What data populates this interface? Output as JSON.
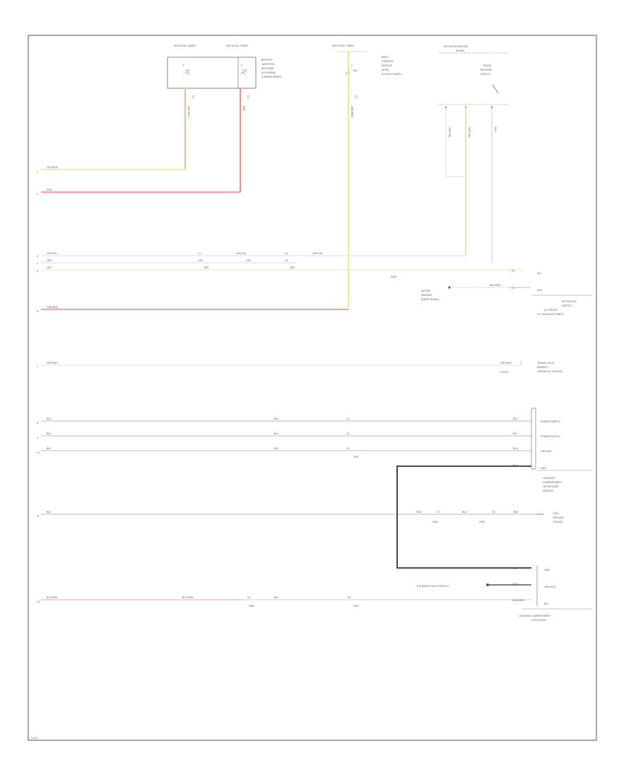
{
  "diagram": {
    "page_label": "1 of 2",
    "top": {
      "fuse_box_1": {
        "hdr1": "HOT AT ALL TIMES",
        "hdr2": "HOT AT ALL TIMES",
        "fuse_a": "F",
        "fuse_a_val": "10A",
        "fuse_b": "F",
        "fuse_b_val": "10A",
        "desc": [
          "BATTERY",
          "JUNCTION",
          "BOX (BJB)",
          "(LH ENGINE",
          "COMPARTMENT)"
        ],
        "wire_a_color": "YEL/GRN",
        "wire_a_pin": "C1",
        "wire_b_color": "RED",
        "wire_b_pin": "C1"
      },
      "fuse_box_2": {
        "hdr": "HOT AT ALL TIMES",
        "fuse": "F",
        "fuse_val": "10A",
        "desc": [
          "BODY",
          "CONTROL",
          "MODULE",
          "(BCM)",
          "(LH KICK PANEL)"
        ],
        "wire_color": "ORN/RED",
        "wire_pin": "C1"
      },
      "switch": {
        "hdr1": "HOT WITH IGNITION",
        "hdr2": "IN RUN",
        "name": [
          "TRUNK",
          "RELEASE",
          "SWITCH"
        ],
        "wire_1": "GRY/YEL",
        "wire_2": "GRY/YEL",
        "wire_3": "BLK"
      }
    },
    "left_wires": [
      {
        "label": "YEL/GRN",
        "pin": "1"
      },
      {
        "label": "RED",
        "pin": "2"
      },
      {
        "label": "GRY/YEL",
        "pin": "3"
      },
      {
        "label": "GRY",
        "pin": "4"
      },
      {
        "label": "GRY",
        "pin": "5"
      },
      {
        "label": "ORN/RED",
        "pin": "6"
      },
      {
        "label": "GRY/WHT",
        "pin": "7"
      },
      {
        "label": "BLK",
        "pin": "8"
      },
      {
        "label": "BLK",
        "pin": "9"
      },
      {
        "label": "BLK",
        "pin": "10"
      },
      {
        "label": "BLK",
        "pin": "11"
      },
      {
        "label": "BLU/ORN",
        "pin": "12"
      }
    ],
    "mid_labels": {
      "gry_yel_a": "GRY/YEL",
      "gry_yel_b": "GRY/YEL",
      "c1_a": "C1",
      "c1_b": "C2",
      "gry_a": "GRY",
      "gry_b": "GRY",
      "c2": "C2",
      "gry_c": "GRY",
      "gry_d": "GRY",
      "s303": "S303",
      "blk_a": "BLK",
      "blk_b": "BLK",
      "blk_c": "BLK",
      "c4_a": "C4",
      "c4_b": "C4",
      "c4_c": "C4",
      "s301": "S301",
      "s302": "S302",
      "s305": "S305",
      "blu_orn_mid": "BLU/ORN",
      "c5": "C5",
      "s306": "S306",
      "blk_e": "BLK",
      "c6": "C6",
      "s307": "S307",
      "blk_r1": "BLK",
      "c7": "C7",
      "blk_r2": "BLK",
      "c8": "C8",
      "blk_r3": "BLK"
    },
    "right_components": {
      "cruise": {
        "wire": "GRY/YEL",
        "pin_a": "P1",
        "pin_b": "P2",
        "label_a": "SIG",
        "label_b": "RTN",
        "name": [
          "ACTIVATION",
          "SWITCH",
          "(LH FRONT",
          "OF LUGGAGE COMPT)"
        ],
        "motor_label": [
          "MOTOR",
          "SENSOR",
          "(REAR TRUNK)"
        ],
        "motor_wire": "BLK/ORN"
      },
      "trunk_lock": {
        "wire": "GRY/WHT",
        "pin": "2",
        "sub": "LATCH",
        "name": [
          "TRUNK LATCH",
          "SENSOR",
          "(TRUNK LID CENTER)"
        ]
      },
      "module": {
        "pins": [
          "BLK",
          "BLK",
          "BLK",
          "BLK"
        ],
        "labels": [
          "POWER SUPPLY",
          "POWER SUPPLY",
          "GROUND",
          "GND"
        ],
        "name": [
          "LUGGAGE",
          "COMPARTMENT",
          "LID RELEASE",
          "MODULE"
        ]
      },
      "ground": {
        "wire": "BLK",
        "name": [
          "G300",
          "GROUND",
          "(TRUNK)"
        ]
      },
      "latch_motor": {
        "wires": [
          "BLK",
          "BLK",
          "BLU/ORN"
        ],
        "labels": [
          "GND",
          "UNLATCH",
          "SIG"
        ],
        "side_label": "EXTERIOR LATCH SWITCH",
        "name": [
          "LUGGAGE COMPARTMENT",
          "LATCH ASSY"
        ]
      }
    },
    "colors": {
      "yellow": "#e8e8a0",
      "red": "#f2a0a0",
      "orange": "#f3c79a",
      "gray": "#bdbdbd",
      "dark": "#333333",
      "frame": "#555555"
    }
  }
}
